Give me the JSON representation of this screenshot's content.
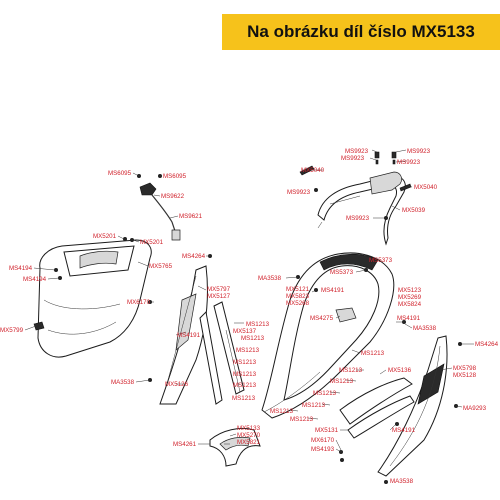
{
  "banner": {
    "text": "Na obrázku díl číslo MX5133",
    "color": "#f6c21b"
  },
  "label_color": "#d0202a",
  "labels": [
    {
      "id": "MS9923a",
      "text": "MS9923"
    },
    {
      "id": "MS9923b",
      "text": "MS9923"
    },
    {
      "id": "MS9923c",
      "text": "MS9923"
    },
    {
      "id": "MS9923d",
      "text": "MS9923"
    },
    {
      "id": "MS9923e",
      "text": "MS9923"
    },
    {
      "id": "MS9923f",
      "text": "MS9923"
    },
    {
      "id": "MX5040a",
      "text": "MX5040"
    },
    {
      "id": "MX5040b",
      "text": "MX5040"
    },
    {
      "id": "MX5039",
      "text": "MX5039"
    },
    {
      "id": "MS6095a",
      "text": "MS6095"
    },
    {
      "id": "MS6095b",
      "text": "MS6095"
    },
    {
      "id": "MS9622",
      "text": "MS9622"
    },
    {
      "id": "MS9621",
      "text": "MS9621"
    },
    {
      "id": "MX5201a",
      "text": "MX5201"
    },
    {
      "id": "MX5201b",
      "text": "MX5201"
    },
    {
      "id": "MS4264a",
      "text": "MS4264"
    },
    {
      "id": "MS4194a",
      "text": "MS4194"
    },
    {
      "id": "MS4194b",
      "text": "MS4194"
    },
    {
      "id": "MX5765",
      "text": "MX5765"
    },
    {
      "id": "MX6170a",
      "text": "MX6170"
    },
    {
      "id": "MX5799",
      "text": "MX5799"
    },
    {
      "id": "MX5797",
      "text": "MX5797"
    },
    {
      "id": "MX5127",
      "text": "MX5127"
    },
    {
      "id": "MA3538a",
      "text": "MA3538"
    },
    {
      "id": "MS5373a",
      "text": "MS5373"
    },
    {
      "id": "MS5373b",
      "text": "MS5373"
    },
    {
      "id": "MX5121",
      "text": "MX5121"
    },
    {
      "id": "MX5823",
      "text": "MX5823"
    },
    {
      "id": "MX5268",
      "text": "MX5268"
    },
    {
      "id": "MS4191a",
      "text": "MS4191"
    },
    {
      "id": "MX5123",
      "text": "MX5123"
    },
    {
      "id": "MX5269",
      "text": "MX5269"
    },
    {
      "id": "MX5824",
      "text": "MX5824"
    },
    {
      "id": "MS4275",
      "text": "MS4275"
    },
    {
      "id": "MS4191b",
      "text": "MS4191"
    },
    {
      "id": "MA3538b",
      "text": "MA3538"
    },
    {
      "id": "MS4264b",
      "text": "MS4264"
    },
    {
      "id": "MS4191c",
      "text": "MS4191"
    },
    {
      "id": "MS1213a",
      "text": "MS1213"
    },
    {
      "id": "MX5137",
      "text": "MX5137"
    },
    {
      "id": "MS1213b",
      "text": "MS1213"
    },
    {
      "id": "MS1213c",
      "text": "MS1213"
    },
    {
      "id": "MS1213d",
      "text": "MS1213"
    },
    {
      "id": "MS1213e",
      "text": "MS1213"
    },
    {
      "id": "MS1213f",
      "text": "MS1213"
    },
    {
      "id": "MS1213g",
      "text": "MS1213"
    },
    {
      "id": "MS1213h",
      "text": "MS1213"
    },
    {
      "id": "MS1213i",
      "text": "MS1213"
    },
    {
      "id": "MS1213j",
      "text": "MS1213"
    },
    {
      "id": "MS1213k",
      "text": "MS1213"
    },
    {
      "id": "MS1213l",
      "text": "MS1213"
    },
    {
      "id": "MS1213m",
      "text": "MS1213"
    },
    {
      "id": "MS1213n",
      "text": "MS1213"
    },
    {
      "id": "MA3538c",
      "text": "MA3538"
    },
    {
      "id": "MX5126",
      "text": "MX5126"
    },
    {
      "id": "MX5136",
      "text": "MX5136"
    },
    {
      "id": "MX5798",
      "text": "MX5798"
    },
    {
      "id": "MX5128",
      "text": "MX5128"
    },
    {
      "id": "MA9293",
      "text": "MA9293"
    },
    {
      "id": "MX5131",
      "text": "MX5131"
    },
    {
      "id": "MS4191d",
      "text": "MS4191"
    },
    {
      "id": "MX5133",
      "text": "MX5133"
    },
    {
      "id": "MX5270",
      "text": "MX5270"
    },
    {
      "id": "MX5821",
      "text": "MX5821"
    },
    {
      "id": "MS4261",
      "text": "MS4261"
    },
    {
      "id": "MX6170b",
      "text": "MX6170"
    },
    {
      "id": "MS4193",
      "text": "MS4193"
    },
    {
      "id": "MA3538d",
      "text": "MA3538"
    }
  ]
}
